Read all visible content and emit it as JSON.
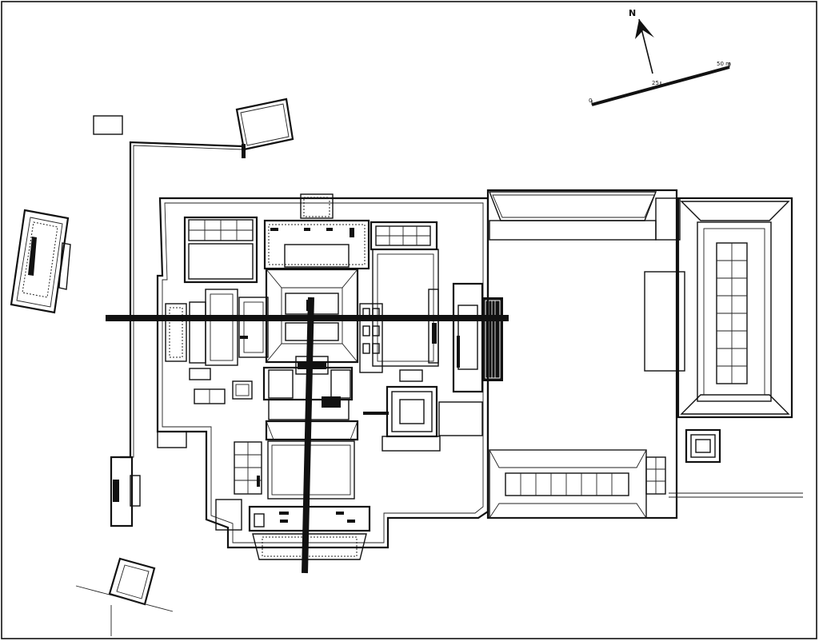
{
  "compass": {
    "north_label": "N"
  },
  "scale_bar": {
    "labels": [
      "0",
      "25",
      "50 m"
    ]
  }
}
